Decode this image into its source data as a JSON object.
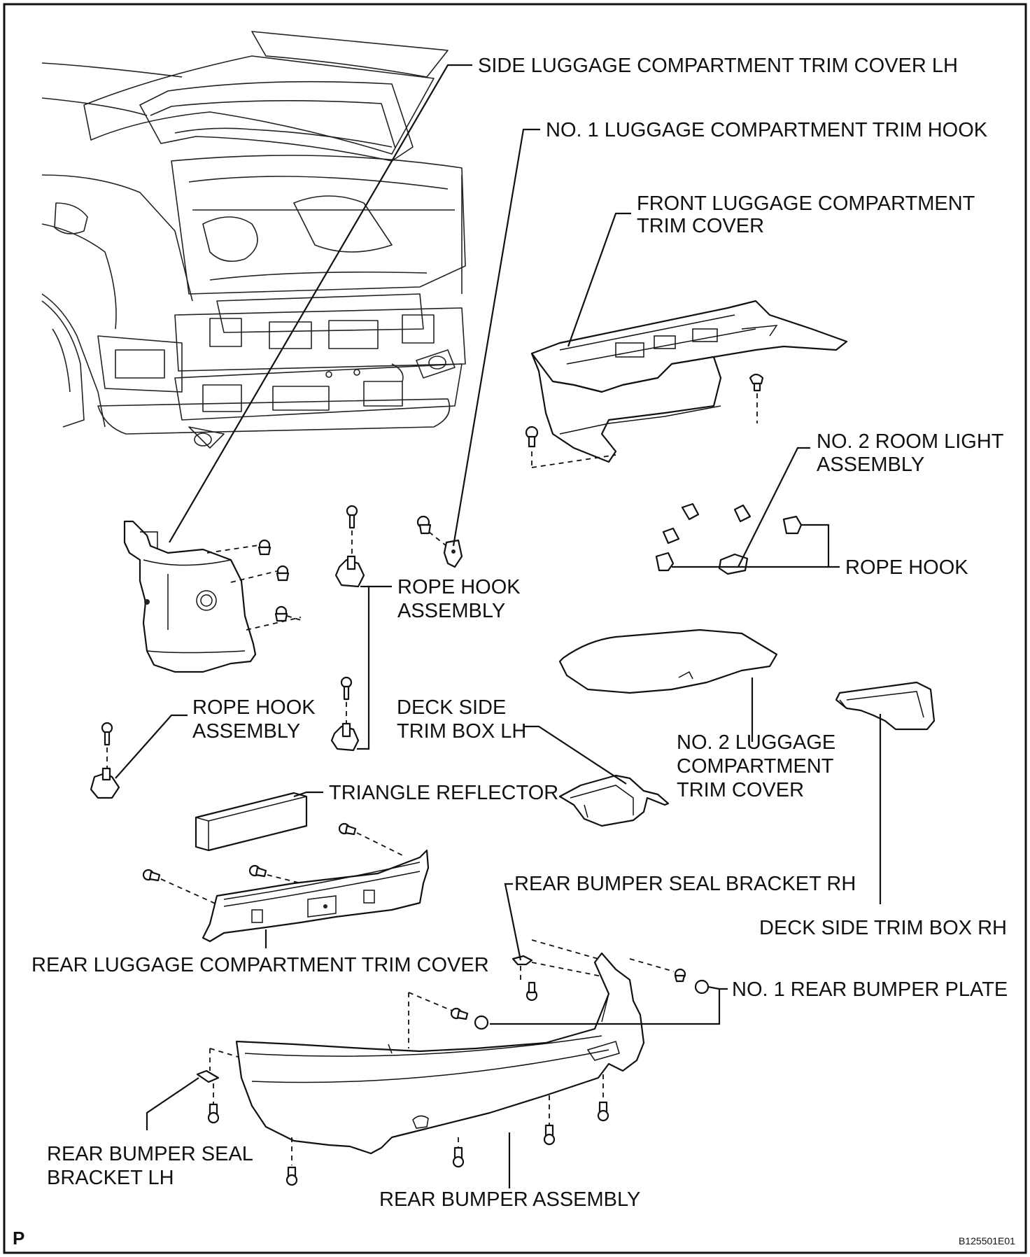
{
  "labels": {
    "side_trim_cover_lh": "SIDE LUGGAGE COMPARTMENT TRIM COVER LH",
    "no1_trim_hook": "NO. 1 LUGGAGE COMPARTMENT TRIM HOOK",
    "front_trim_cover_line1": "FRONT LUGGAGE COMPARTMENT",
    "front_trim_cover_line2": "TRIM COVER",
    "no2_room_light_line1": "NO. 2 ROOM LIGHT",
    "no2_room_light_line2": "ASSEMBLY",
    "rope_hook": "ROPE HOOK",
    "rope_hook_assembly_mid_line1": "ROPE HOOK",
    "rope_hook_assembly_mid_line2": "ASSEMBLY",
    "rope_hook_assembly_left_line1": "ROPE HOOK",
    "rope_hook_assembly_left_line2": "ASSEMBLY",
    "deck_side_trim_box_lh_line1": "DECK SIDE",
    "deck_side_trim_box_lh_line2": "TRIM BOX LH",
    "no2_trim_cover_line1": "NO. 2 LUGGAGE",
    "no2_trim_cover_line2": "COMPARTMENT",
    "no2_trim_cover_line3": "TRIM COVER",
    "triangle_reflector": "TRIANGLE REFLECTOR",
    "rear_bumper_seal_bracket_rh": "REAR BUMPER SEAL BRACKET RH",
    "deck_side_trim_box_rh": "DECK SIDE TRIM BOX RH",
    "rear_trim_cover": "REAR LUGGAGE COMPARTMENT TRIM COVER",
    "no1_rear_bumper_plate": "NO. 1 REAR BUMPER PLATE",
    "rear_bumper_seal_bracket_lh_line1": "REAR BUMPER SEAL",
    "rear_bumper_seal_bracket_lh_line2": "BRACKET LH",
    "rear_bumper_assembly": "REAR BUMPER ASSEMBLY"
  },
  "corner": {
    "page_mark": "P",
    "figure_id": "B125501E01"
  }
}
